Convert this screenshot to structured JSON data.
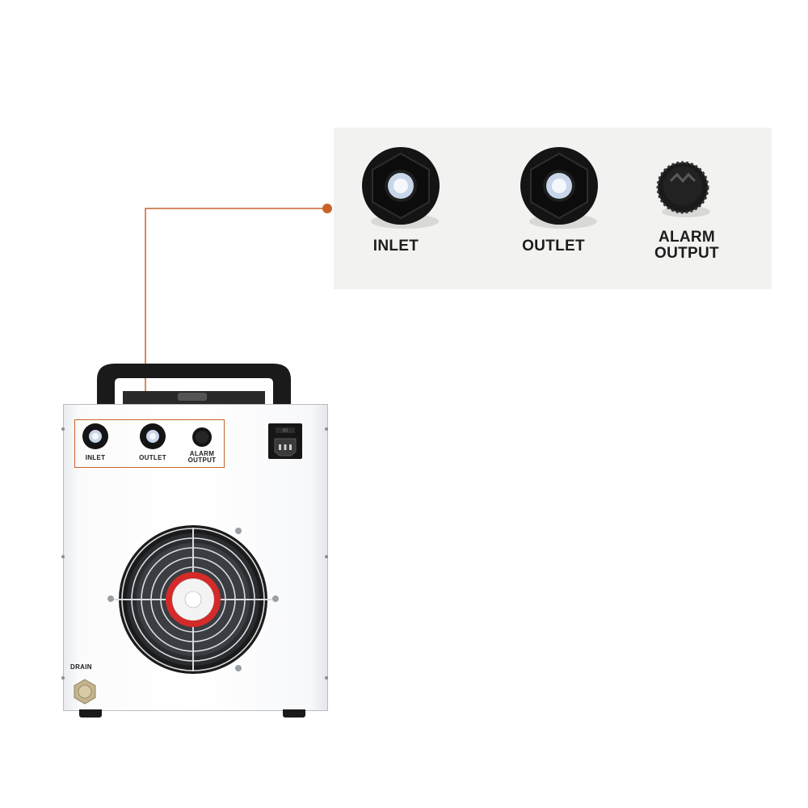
{
  "colors": {
    "callout": "#c8642a",
    "panel_bg": "#f2f2f0",
    "case_white": "#fbfbfc",
    "handle_black": "#1a1a1a",
    "fan_red": "#d42a2a",
    "drain_brass": "#c4b48c"
  },
  "callout_panel": {
    "ports": [
      {
        "icon": "hex-fitting-icon",
        "label": "INLET"
      },
      {
        "icon": "hex-fitting-icon",
        "label": "OUTLET"
      },
      {
        "icon": "round-cap-icon",
        "label": "ALARM\nOUTPUT"
      }
    ]
  },
  "chiller": {
    "ports": [
      {
        "icon": "hex-fitting-icon",
        "label": "INLET"
      },
      {
        "icon": "hex-fitting-icon",
        "label": "OUTLET"
      },
      {
        "icon": "round-cap-icon",
        "label": "ALARM\nOUTPUT"
      }
    ],
    "power_socket_icon": "power-socket-icon",
    "fan_icon": "fan-icon",
    "drain_label": "DRAIN",
    "drain_icon": "drain-valve-icon"
  }
}
